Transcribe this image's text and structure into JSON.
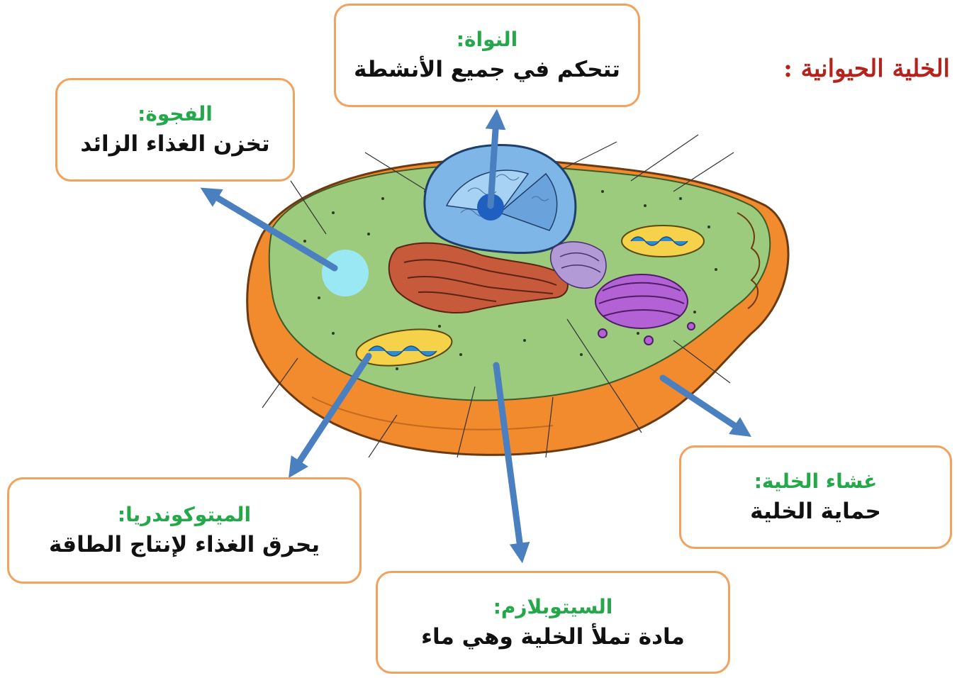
{
  "title": "الخلية الحيوانية :",
  "labels": {
    "nucleus": {
      "name": "النواة:",
      "desc": "تتحكم في جميع الأنشطة"
    },
    "vacuole": {
      "name": "الفجوة:",
      "desc": "تخزن الغذاء الزائد"
    },
    "mitochondria": {
      "name": "الميتوكوندريا:",
      "desc": "يحرق الغذاء لإنتاج الطاقة"
    },
    "cytoplasm": {
      "name": "السيتوبلازم:",
      "desc": "مادة تملأ الخلية وهي ماء"
    },
    "membrane": {
      "name": "غشاء الخلية:",
      "desc": "حماية الخلية"
    }
  },
  "colors": {
    "box_border": "#f0a35e",
    "label_name": "#25a84a",
    "title": "#b3231e",
    "arrow": "#4a7fc0",
    "membrane": "#f28a2e",
    "cytoplasm": "#9ccb7d",
    "nucleus": "#7fb6e8",
    "nucleolus": "#1f5fbf",
    "er": "#c85a3c",
    "golgi": "#b262d4",
    "mitochondria": "#f5d24a",
    "vacuole": "#9be8f5"
  }
}
